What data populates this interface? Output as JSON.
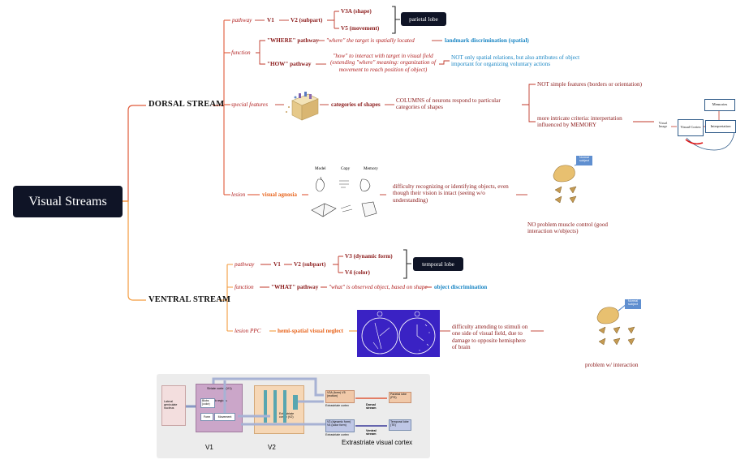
{
  "title": "Visual Streams",
  "dorsal": {
    "title": "DORSAL STREAM",
    "pathway": {
      "label": "pathway",
      "v1": "V1",
      "v2": "V2 (subpart)",
      "v3a": "V3A (shape)",
      "v5": "V5 (movement)",
      "lobe": "parietal lobe"
    },
    "function": {
      "label": "function",
      "where_pathway": "\"WHERE\" pathway",
      "where_desc": "\"where\" the target is spatially located",
      "where_result": "landmark discrimination (spatial)",
      "how_pathway": "\"HOW\" pathway",
      "how_desc": "\"how\" to interact with target in visual field (extending \"where\" meaning: organization of movement to reach position of object)",
      "how_result": "NOT only spatial relations, but also attributes of object important for organizing voluntary actions"
    },
    "special": {
      "label": "special features",
      "categories": "categories of shapes",
      "columns": "COLUMNS of neurons respond to particular categories of shapes",
      "not_simple": "NOT simple features (borders or orientation)",
      "intricate": "more intricate criteria: interpertation influenced by MEMORY",
      "memory_diagram": {
        "memories": "Memories",
        "visual_image": "Visual Image",
        "visual_cortex": "Visual Cortex",
        "interpretation": "Interpretation"
      }
    },
    "lesion": {
      "label": "lesion",
      "name": "visual agnosia",
      "desc": "difficulty recognizing or identifying objects, even though their vision is intact (seeing w/o understanding)",
      "sketch_labels": [
        "Model",
        "Copy",
        "Memory"
      ],
      "note": "NO problem muscle control (good interaction w/objects)",
      "hand_badge": "Normal subject"
    }
  },
  "ventral": {
    "title": "VENTRAL STREAM",
    "pathway": {
      "label": "pathway",
      "v1": "V1",
      "v2": "V2 (subpart)",
      "v3": "V3 (dynamic form)",
      "v4": "V4 (color)",
      "lobe": "temporal lobe"
    },
    "function": {
      "label": "function",
      "what_pathway": "\"WHAT\" pathway",
      "what_desc": "\"what\" is observed object, based on shape",
      "what_result": "object discrimination"
    },
    "lesion": {
      "label": "lesion PPC",
      "name": "hemi-spatial visual neglect",
      "desc": "difficulty attending to stimuli on one side of visual field, due to damage to opposite hemisphere of brain",
      "note": "problem w/ interaction",
      "hand_badge": "Normal subject"
    }
  },
  "bottom_figure": {
    "lgn": "Lateral geniculate nucleus",
    "striate": "Striate cortex (V1)",
    "interblob": "Interblob regions",
    "blobs": "Blobs (color)",
    "form": "Form",
    "movement": "Movement",
    "v3a_v5": "V3A (form) V5 (motion)",
    "extrastriate1": "Extrastriate cortex",
    "dorsal_stream": "Dorsal stream",
    "parietal": "Parietal lobe (PG)",
    "v2_label": "Extrastriate cortex (V2)",
    "v3_v4": "V3 (dynamic form) V4 (color form)",
    "extrastriate2": "Extrastriate cortex",
    "ventral_stream": "Ventral stream",
    "temporal": "Temporal lobe (TE)",
    "caption_v1": "V1",
    "caption_v2": "V2",
    "caption_extra": "Extrastriate visual cortex"
  },
  "colors": {
    "dark_navy": "#0f1426",
    "dorsal_line": "#e05a3a",
    "ventral_line": "#f39a3c",
    "sub_line": "#c0392b",
    "blue_text": "#1a86c4",
    "dark_red_text": "#8b1a1a"
  }
}
